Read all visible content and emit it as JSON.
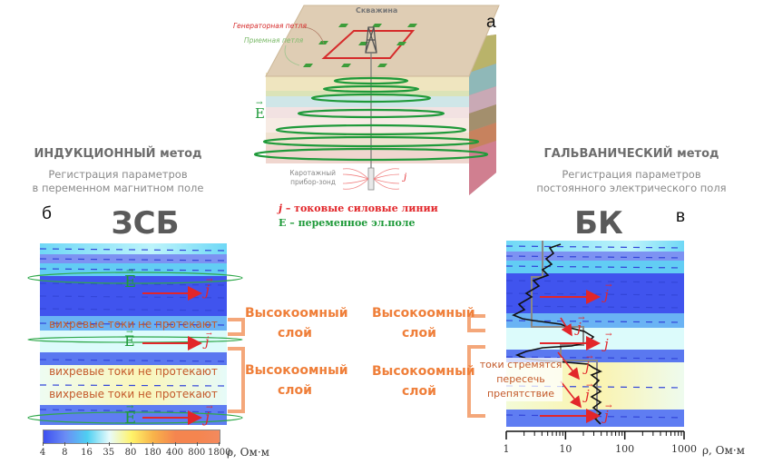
{
  "panels": {
    "a": {
      "letter": "а",
      "labels": {
        "well": "Скважина",
        "generator_loop": "Генераторная петля",
        "receiver_loop": "Приемная петля",
        "e_vector": "E",
        "logging_tool_line1": "Каротажный",
        "logging_tool_line2": "прибор-зонд",
        "j_symbol": "j"
      },
      "legend": [
        {
          "symbol": "j",
          "text": "– токовые силовые линии",
          "color": "#e2262a"
        },
        {
          "symbol": "E",
          "text": "– переменное эл.поле",
          "color": "#1f9a3a"
        }
      ]
    },
    "b": {
      "letter": "б",
      "method_title_bold": "ИНДУКЦИОННЫЙ",
      "method_title_word": "метод",
      "subtitle_line1": "Регистрация параметров",
      "subtitle_line2": "в переменном магнитном поле",
      "big_title": "ЗСБ",
      "e_symbol": "E",
      "j_symbol": "j",
      "eddy_text": "вихревые токи не протекают",
      "layer_labels": [
        {
          "line1": "Высокоомный",
          "line2": "слой"
        },
        {
          "line1": "Высокоомный",
          "line2": "слой"
        }
      ],
      "colorbar": {
        "ticks": [
          "4",
          "8",
          "16",
          "35",
          "80",
          "180",
          "400",
          "800",
          "1800"
        ],
        "unit": "ρ, Ом·м",
        "colors": [
          "#3e4ff0",
          "#6a8df5",
          "#4fd0f2",
          "#e8fbfb",
          "#fff36a",
          "#f8b24a",
          "#f5854f",
          "#f5854f",
          "#f48a5e"
        ]
      }
    },
    "c": {
      "letter": "в",
      "method_title_bold": "ГАЛЬВАНИЧЕСКИЙ",
      "method_title_word": "метод",
      "subtitle_line1": "Регистрация параметров",
      "subtitle_line2": "постоянного электрического поля",
      "big_title": "БК",
      "j_symbol": "j",
      "current_note": [
        "токи стремятся",
        "пересечь",
        "препятствие"
      ],
      "layer_labels": [
        {
          "line1": "Высокоомный",
          "line2": "слой"
        },
        {
          "line1": "Высокоомный",
          "line2": "слой"
        }
      ],
      "axis": {
        "scale": "log",
        "ticks": [
          "1",
          "10",
          "100",
          "1000"
        ],
        "unit": "ρ, Ом·м"
      }
    }
  },
  "colors": {
    "orange": "#ef7f3a",
    "red": "#e2262a",
    "green": "#1f9a3a",
    "dark_blue": "#3e4ff0",
    "light_blue": "#6ad6f5",
    "pale_cyan": "#dcfbfb",
    "pale_yellow": "#f8fbd8"
  }
}
